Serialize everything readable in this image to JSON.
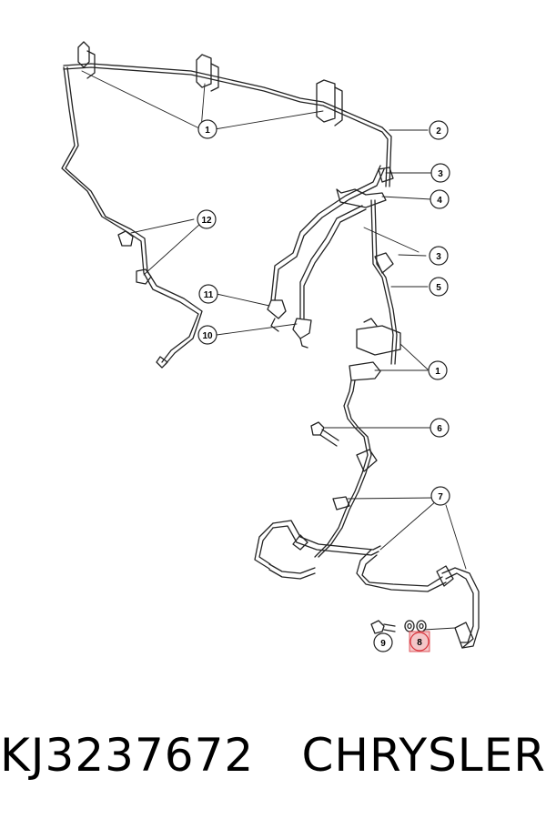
{
  "callouts": {
    "c1a": "1",
    "c2": "2",
    "c3a": "3",
    "c4": "4",
    "c3b": "3",
    "c5": "5",
    "c1b": "1",
    "c6": "6",
    "c7": "7",
    "c8": "8",
    "c9": "9",
    "c10": "10",
    "c11": "11",
    "c12": "12"
  },
  "caption": {
    "part_number": "KJ3237672",
    "brand": "CHRYSLER"
  },
  "colors": {
    "line": "#222222",
    "highlight_fill": "#f4c6c8",
    "highlight_stroke": "#d9363e"
  }
}
